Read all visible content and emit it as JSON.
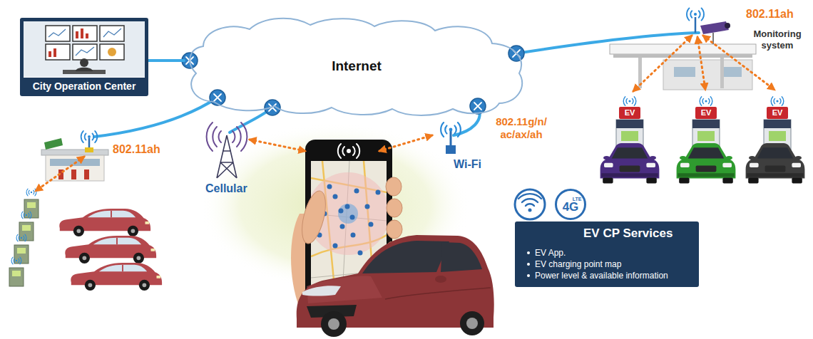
{
  "diagram": {
    "nodes": [
      {
        "text": [
          "City Operation Center"
        ]
      },
      {
        "text": [
          "Internet"
        ]
      },
      {
        "text": [
          "EV"
        ]
      },
      {
        "text": [
          "EV"
        ]
      },
      {
        "text": [
          "EV"
        ]
      },
      {
        "text": [
          "EV CP Services",
          "EV App.",
          "EV charging point map",
          "Power level & available information"
        ]
      },
      {
        "text": [
          "LTE",
          "4G"
        ],
        "in": 5
      }
    ],
    "edges": [
      {
        "from": 0,
        "to": 1,
        "arrow": "none"
      }
    ],
    "labels": [
      "802.11ah",
      "Monitoring system",
      "802.11ah",
      "Cellular",
      "802.11g/n/ ac/ax/ah",
      "Wi-Fi"
    ]
  }
}
